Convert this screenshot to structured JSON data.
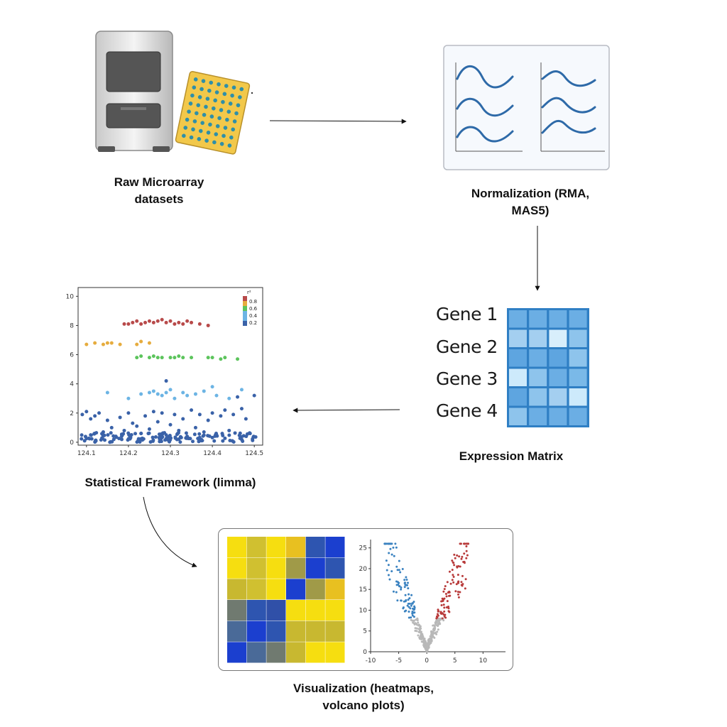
{
  "steps": {
    "raw": {
      "label_line1": "Raw Microarray",
      "label_line2": "datasets"
    },
    "normalization": {
      "label_line1": "Normalization (RMA,",
      "label_line2": "MAS5)"
    },
    "expression": {
      "label": "Expression Matrix"
    },
    "stats": {
      "label": "Statistical Framework (limma)"
    },
    "visualization": {
      "label_line1": "Visualization (heatmaps,",
      "label_line2": "volcano plots)"
    }
  },
  "genes": [
    "Gene 1",
    "Gene 2",
    "Gene 3",
    "Gene 4"
  ],
  "colors": {
    "arrow": "#111111",
    "dark_blue": "#3a62a8",
    "light_blue": "#6cb4e4",
    "green": "#5cc45c",
    "orange": "#e6ac3e",
    "red": "#b84a4a",
    "heat_yellow": "#f5dd12",
    "heat_blue": "#1b3fcf",
    "volcano_up": "#b83a3a",
    "volcano_down": "#3a82c0",
    "volcano_ns": "#b8b8b8"
  },
  "matrix_shades": [
    [
      "#6baee4",
      "#6baee4",
      "#6baee4",
      "#6baee4"
    ],
    [
      "#a4cff0",
      "#a4cff0",
      "#d8eefb",
      "#8ec4ec"
    ],
    [
      "#5ea5e0",
      "#6baee4",
      "#5ea5e0",
      "#8ec4ec"
    ],
    [
      "#cdeafb",
      "#8ec4ec",
      "#6baee4",
      "#7ab9e8"
    ],
    [
      "#5ea5e0",
      "#8ec4ec",
      "#a4cff0",
      "#cdeafb"
    ],
    [
      "#8ec4ec",
      "#6baee4",
      "#6baee4",
      "#6baee4"
    ]
  ],
  "chart_data": [
    {
      "type": "scatter",
      "x_ticks": [
        "124.1",
        "124.2",
        "124.3",
        "124.4",
        "124.5"
      ],
      "y_ticks": [
        "0",
        "2",
        "4",
        "6",
        "8",
        "10"
      ],
      "xlim": [
        124.08,
        124.52
      ],
      "ylim": [
        -0.2,
        10.6
      ],
      "legend": {
        "title": "r²",
        "entries": [
          "0.8",
          "0.6",
          "0.4",
          "0.2"
        ],
        "placement": "top-right"
      },
      "series": [
        {
          "r2": "0.8",
          "points": [
            [
              124.19,
              8.1
            ],
            [
              124.2,
              8.1
            ],
            [
              124.21,
              8.2
            ],
            [
              124.22,
              8.3
            ],
            [
              124.23,
              8.1
            ],
            [
              124.24,
              8.2
            ],
            [
              124.25,
              8.3
            ],
            [
              124.26,
              8.2
            ],
            [
              124.27,
              8.3
            ],
            [
              124.28,
              8.4
            ],
            [
              124.29,
              8.2
            ],
            [
              124.3,
              8.3
            ],
            [
              124.31,
              8.1
            ],
            [
              124.32,
              8.2
            ],
            [
              124.33,
              8.1
            ],
            [
              124.34,
              8.3
            ],
            [
              124.35,
              8.2
            ],
            [
              124.37,
              8.1
            ],
            [
              124.39,
              8.0
            ]
          ]
        },
        {
          "r2": "0.6",
          "points": [
            [
              124.1,
              6.7
            ],
            [
              124.12,
              6.8
            ],
            [
              124.14,
              6.7
            ],
            [
              124.15,
              6.8
            ],
            [
              124.16,
              6.8
            ],
            [
              124.18,
              6.7
            ],
            [
              124.22,
              6.7
            ],
            [
              124.23,
              6.9
            ],
            [
              124.25,
              6.8
            ]
          ]
        },
        {
          "r2": "0.4",
          "points": [
            [
              124.22,
              5.8
            ],
            [
              124.23,
              5.9
            ],
            [
              124.25,
              5.8
            ],
            [
              124.26,
              5.9
            ],
            [
              124.27,
              5.8
            ],
            [
              124.28,
              5.8
            ],
            [
              124.3,
              5.8
            ],
            [
              124.31,
              5.8
            ],
            [
              124.32,
              5.9
            ],
            [
              124.33,
              5.8
            ],
            [
              124.35,
              5.8
            ],
            [
              124.39,
              5.8
            ],
            [
              124.4,
              5.8
            ],
            [
              124.42,
              5.7
            ],
            [
              124.43,
              5.8
            ],
            [
              124.46,
              5.7
            ]
          ]
        },
        {
          "r2": "0.2",
          "points": [
            [
              124.15,
              3.4
            ],
            [
              124.2,
              3.0
            ],
            [
              124.23,
              3.3
            ],
            [
              124.25,
              3.4
            ],
            [
              124.26,
              3.5
            ],
            [
              124.27,
              3.3
            ],
            [
              124.28,
              3.2
            ],
            [
              124.29,
              3.4
            ],
            [
              124.3,
              3.6
            ],
            [
              124.31,
              3.0
            ],
            [
              124.33,
              3.4
            ],
            [
              124.34,
              3.2
            ],
            [
              124.36,
              3.3
            ],
            [
              124.38,
              3.5
            ],
            [
              124.4,
              3.8
            ],
            [
              124.41,
              3.2
            ],
            [
              124.44,
              3.0
            ],
            [
              124.47,
              3.6
            ]
          ]
        },
        {
          "r2": "0.0",
          "points": [
            [
              124.09,
              1.9
            ],
            [
              124.1,
              2.1
            ],
            [
              124.11,
              1.6
            ],
            [
              124.12,
              1.8
            ],
            [
              124.13,
              2.0
            ],
            [
              124.15,
              1.5
            ],
            [
              124.16,
              1.0
            ],
            [
              124.18,
              1.7
            ],
            [
              124.2,
              2.0
            ],
            [
              124.21,
              1.3
            ],
            [
              124.22,
              1.1
            ],
            [
              124.24,
              1.8
            ],
            [
              124.26,
              2.1
            ],
            [
              124.27,
              1.4
            ],
            [
              124.28,
              2.0
            ],
            [
              124.3,
              1.2
            ],
            [
              124.31,
              1.9
            ],
            [
              124.33,
              1.6
            ],
            [
              124.35,
              2.2
            ],
            [
              124.36,
              1.0
            ],
            [
              124.37,
              1.9
            ],
            [
              124.39,
              1.5
            ],
            [
              124.4,
              2.0
            ],
            [
              124.42,
              1.8
            ],
            [
              124.43,
              2.2
            ],
            [
              124.45,
              1.9
            ],
            [
              124.47,
              2.3
            ],
            [
              124.48,
              1.6
            ],
            [
              124.5,
              3.2
            ],
            [
              124.29,
              4.2
            ],
            [
              124.46,
              3.1
            ],
            [
              124.11,
              0.5
            ],
            [
              124.14,
              0.7
            ],
            [
              124.17,
              0.4
            ],
            [
              124.19,
              0.8
            ],
            [
              124.23,
              0.6
            ],
            [
              124.25,
              0.9
            ],
            [
              124.29,
              0.5
            ],
            [
              124.32,
              0.8
            ],
            [
              124.34,
              0.4
            ],
            [
              124.38,
              0.7
            ],
            [
              124.41,
              0.5
            ],
            [
              124.44,
              0.8
            ],
            [
              124.49,
              0.6
            ]
          ]
        }
      ]
    },
    {
      "type": "heatmap",
      "rows": 6,
      "cols": 6,
      "cells": [
        [
          "#f6de10",
          "#d0c030",
          "#f6de10",
          "#e8c020",
          "#2e55b0",
          "#1b3fcf"
        ],
        [
          "#f6de10",
          "#d0c030",
          "#f6de10",
          "#a09a48",
          "#1b3fcf",
          "#2e55b0"
        ],
        [
          "#c8b830",
          "#d0c030",
          "#f6de10",
          "#1b3fcf",
          "#a09a48",
          "#e8c020"
        ],
        [
          "#707a70",
          "#2e55b0",
          "#3050a8",
          "#f6de10",
          "#f6de10",
          "#f6de10"
        ],
        [
          "#4a6a98",
          "#1b3fcf",
          "#2e55b0",
          "#c8b830",
          "#c8b830",
          "#c8b830"
        ],
        [
          "#1b3fcf",
          "#4a6a98",
          "#707a70",
          "#c8b830",
          "#f6de10",
          "#f6de10"
        ]
      ]
    },
    {
      "type": "scatter",
      "x_ticks": [
        "-10",
        "-5",
        "0",
        "5",
        "10"
      ],
      "y_ticks": [
        "0",
        "5",
        "10",
        "15",
        "20",
        "25"
      ],
      "xlim": [
        -10,
        14
      ],
      "ylim": [
        0,
        27
      ]
    }
  ]
}
